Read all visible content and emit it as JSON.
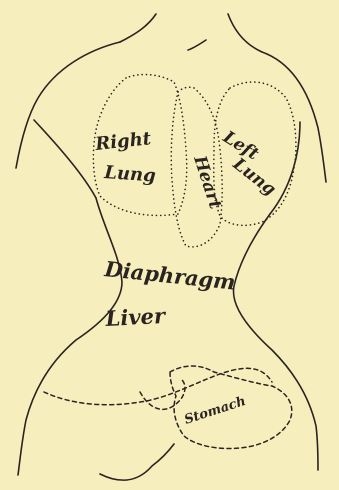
{
  "labels": {
    "right_lung": "Right",
    "right_lung_2": "Lung",
    "left_lung": "Left",
    "left_lung_2": "Lung",
    "heart": "Heart",
    "diaphragm": "Diaphragm",
    "liver": "Liver",
    "stomach": "Stomach"
  },
  "colors": {
    "paper": "#f7eebe",
    "ink": "#2a2420"
  }
}
